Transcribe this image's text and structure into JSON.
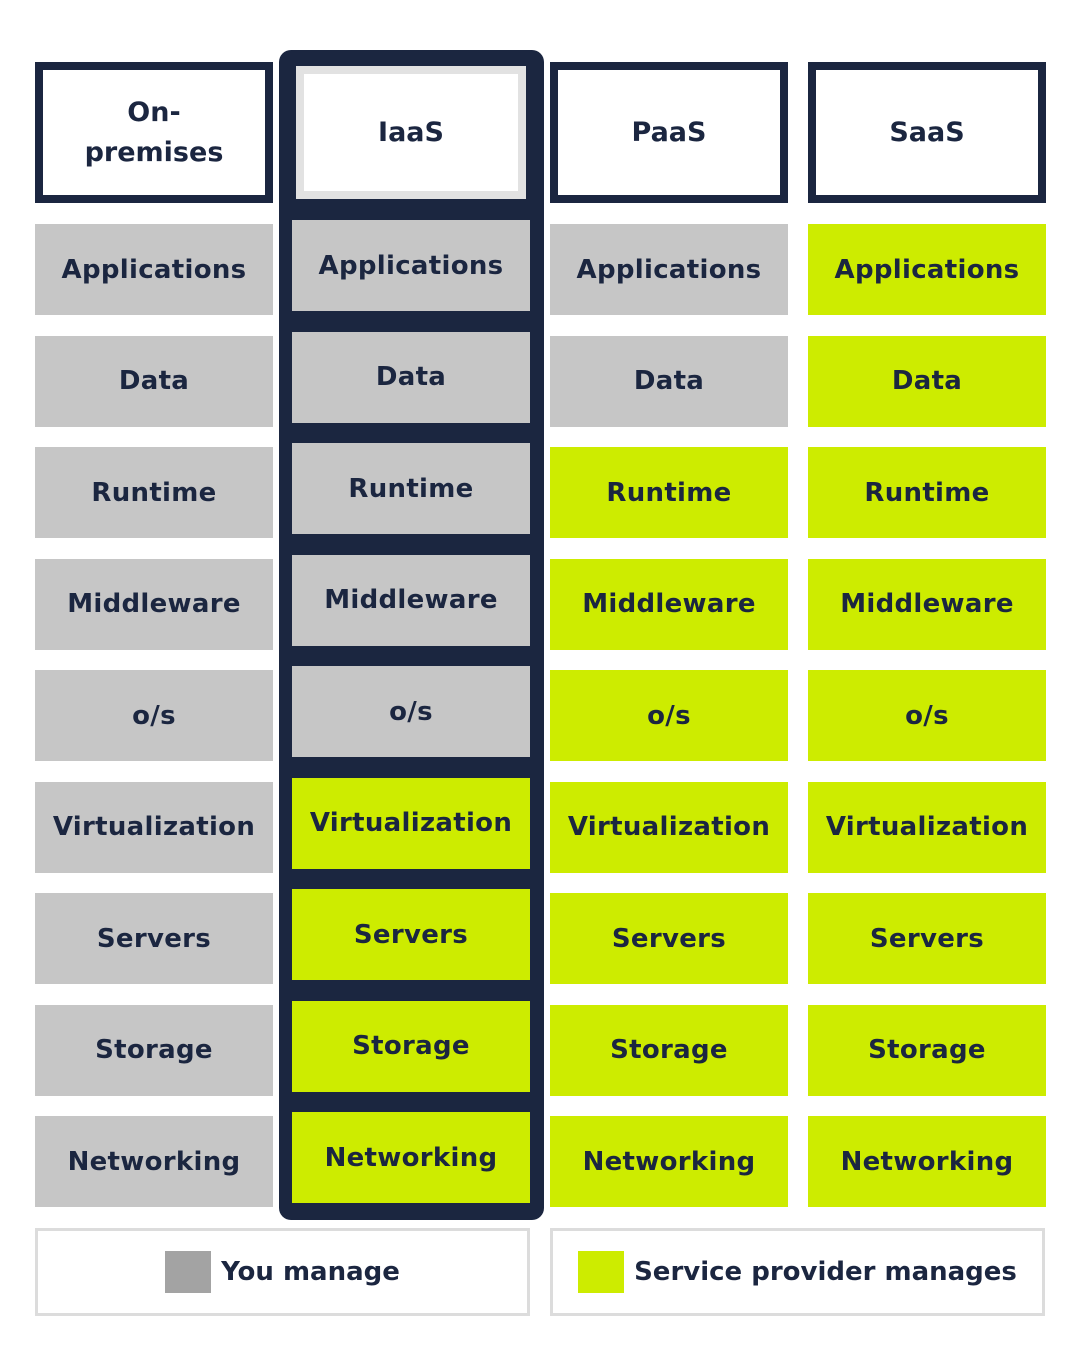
{
  "columns": [
    {
      "title": "On-\npremises",
      "rows": [
        {
          "label": "Applications",
          "owner": "you"
        },
        {
          "label": "Data",
          "owner": "you"
        },
        {
          "label": "Runtime",
          "owner": "you"
        },
        {
          "label": "Middleware",
          "owner": "you"
        },
        {
          "label": "o/s",
          "owner": "you"
        },
        {
          "label": "Virtualization",
          "owner": "you"
        },
        {
          "label": "Servers",
          "owner": "you"
        },
        {
          "label": "Storage",
          "owner": "you"
        },
        {
          "label": "Networking",
          "owner": "you"
        }
      ]
    },
    {
      "title": "IaaS",
      "rows": [
        {
          "label": "Applications",
          "owner": "you"
        },
        {
          "label": "Data",
          "owner": "you"
        },
        {
          "label": "Runtime",
          "owner": "you"
        },
        {
          "label": "Middleware",
          "owner": "you"
        },
        {
          "label": "o/s",
          "owner": "you"
        },
        {
          "label": "Virtualization",
          "owner": "provider"
        },
        {
          "label": "Servers",
          "owner": "provider"
        },
        {
          "label": "Storage",
          "owner": "provider"
        },
        {
          "label": "Networking",
          "owner": "provider"
        }
      ]
    },
    {
      "title": "PaaS",
      "rows": [
        {
          "label": "Applications",
          "owner": "you"
        },
        {
          "label": "Data",
          "owner": "you"
        },
        {
          "label": "Runtime",
          "owner": "provider"
        },
        {
          "label": "Middleware",
          "owner": "provider"
        },
        {
          "label": "o/s",
          "owner": "provider"
        },
        {
          "label": "Virtualization",
          "owner": "provider"
        },
        {
          "label": "Servers",
          "owner": "provider"
        },
        {
          "label": "Storage",
          "owner": "provider"
        },
        {
          "label": "Networking",
          "owner": "provider"
        }
      ]
    },
    {
      "title": "SaaS",
      "rows": [
        {
          "label": "Applications",
          "owner": "provider"
        },
        {
          "label": "Data",
          "owner": "provider"
        },
        {
          "label": "Runtime",
          "owner": "provider"
        },
        {
          "label": "Middleware",
          "owner": "provider"
        },
        {
          "label": "o/s",
          "owner": "provider"
        },
        {
          "label": "Virtualization",
          "owner": "provider"
        },
        {
          "label": "Servers",
          "owner": "provider"
        },
        {
          "label": "Storage",
          "owner": "provider"
        },
        {
          "label": "Networking",
          "owner": "provider"
        }
      ]
    }
  ],
  "legend": {
    "you_label": "You manage",
    "provider_label": "Service provider manages"
  },
  "colors": {
    "navy": "#1b2640",
    "you_gray": "#c6c6c6",
    "provider_lime": "#cdec00",
    "swatch_gray": "#a3a3a3"
  }
}
